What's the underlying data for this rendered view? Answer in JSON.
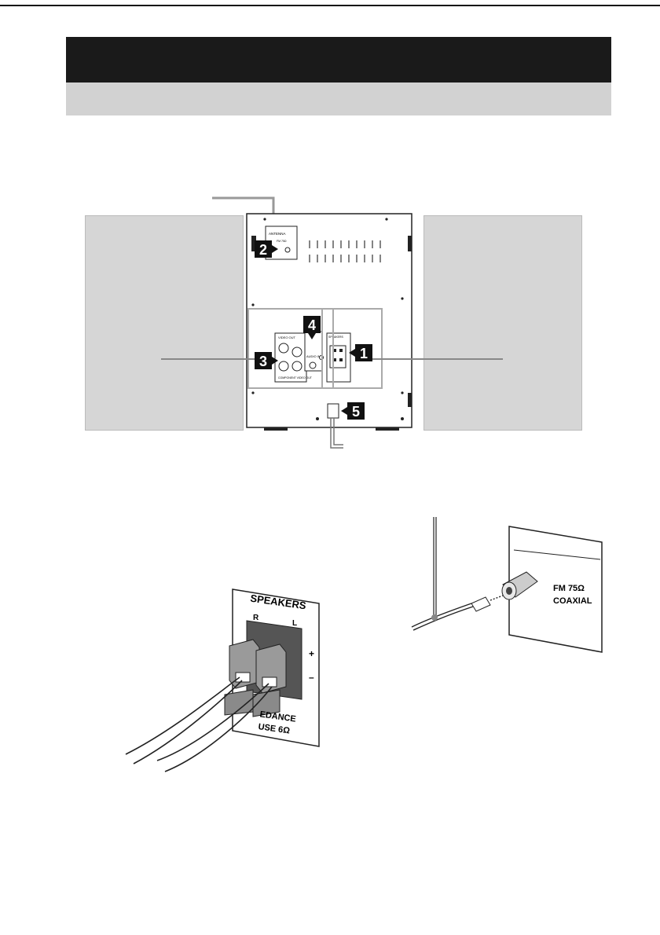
{
  "header": {
    "title": "",
    "subtitle": ""
  },
  "callouts": [
    "1",
    "2",
    "3",
    "4",
    "5"
  ],
  "unit_labels": {
    "antenna": "ANTENNA",
    "fm": "FM 75Ω",
    "video_out": "VIDEO OUT",
    "audio_in": "AUDIO IN",
    "component": "COMPONENT VIDEO OUT",
    "speakers": "SPEAKERS"
  },
  "speaker_terminal": {
    "title": "SPEAKERS",
    "right": "R",
    "left": "L",
    "plus": "+",
    "minus": "–",
    "impedance_line1": "EDANCE",
    "impedance_line2": "USE 6Ω"
  },
  "antenna_jack": {
    "line1": "FM 75Ω",
    "line2": "COAXIAL"
  }
}
